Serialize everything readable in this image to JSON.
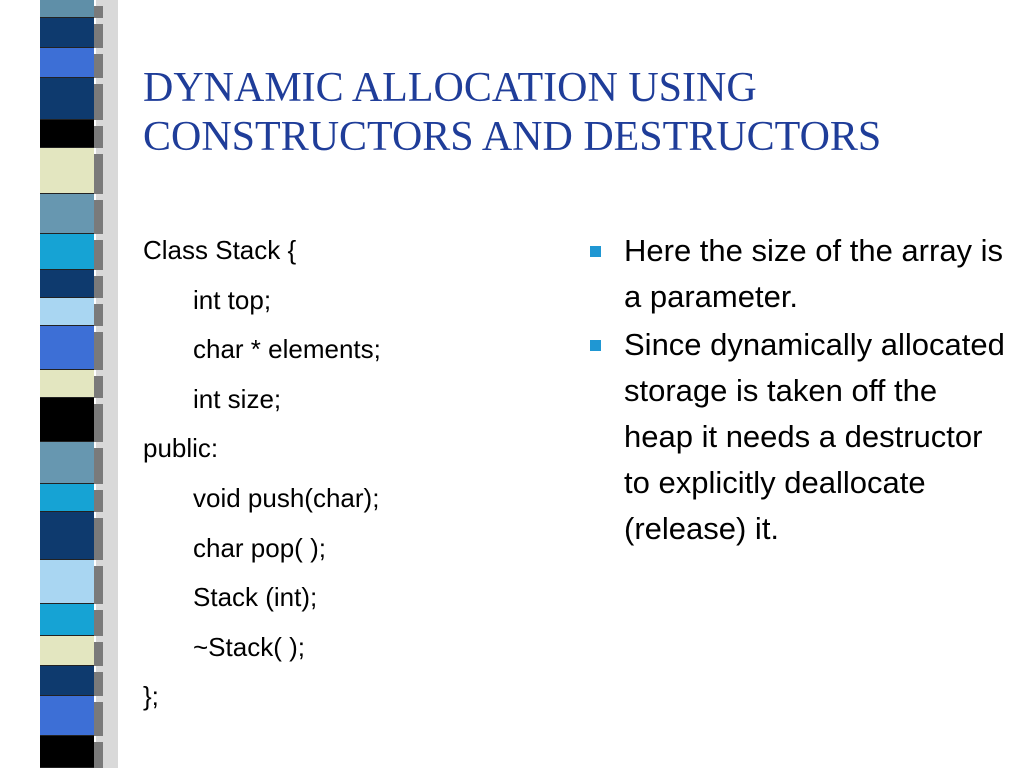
{
  "slide": {
    "title_lines": [
      "DYNAMIC ALLOCATION USING",
      "CONSTRUCTORS AND DESTRUCTORS"
    ],
    "code_lines": [
      {
        "text": "Class Stack {",
        "indent": false
      },
      {
        "text": "int top;",
        "indent": true
      },
      {
        "text": "char * elements;",
        "indent": true
      },
      {
        "text": "int size;",
        "indent": true
      },
      {
        "text": "public:",
        "indent": false
      },
      {
        "text": "void push(char);",
        "indent": true
      },
      {
        "text": "char pop( );",
        "indent": true
      },
      {
        "text": "Stack (int);",
        "indent": true
      },
      {
        "text": "~Stack( );",
        "indent": true
      },
      {
        "text": "};",
        "indent": false
      }
    ],
    "bullets": [
      "Here the size of the array is a parameter.",
      "Since dynamically allocated storage is taken off the heap it needs a destructor to explicitly deallocate (release) it."
    ]
  },
  "theme": {
    "title_color": "#1f3d99",
    "bullet_color": "#1f97d3",
    "stripe_colors": [
      "#5f8fa8",
      "#0e3a6e",
      "#3d6fd6",
      "#000000",
      "#e3e6c0",
      "#6797b0",
      "#16a3d4",
      "#a9d6f2"
    ]
  }
}
